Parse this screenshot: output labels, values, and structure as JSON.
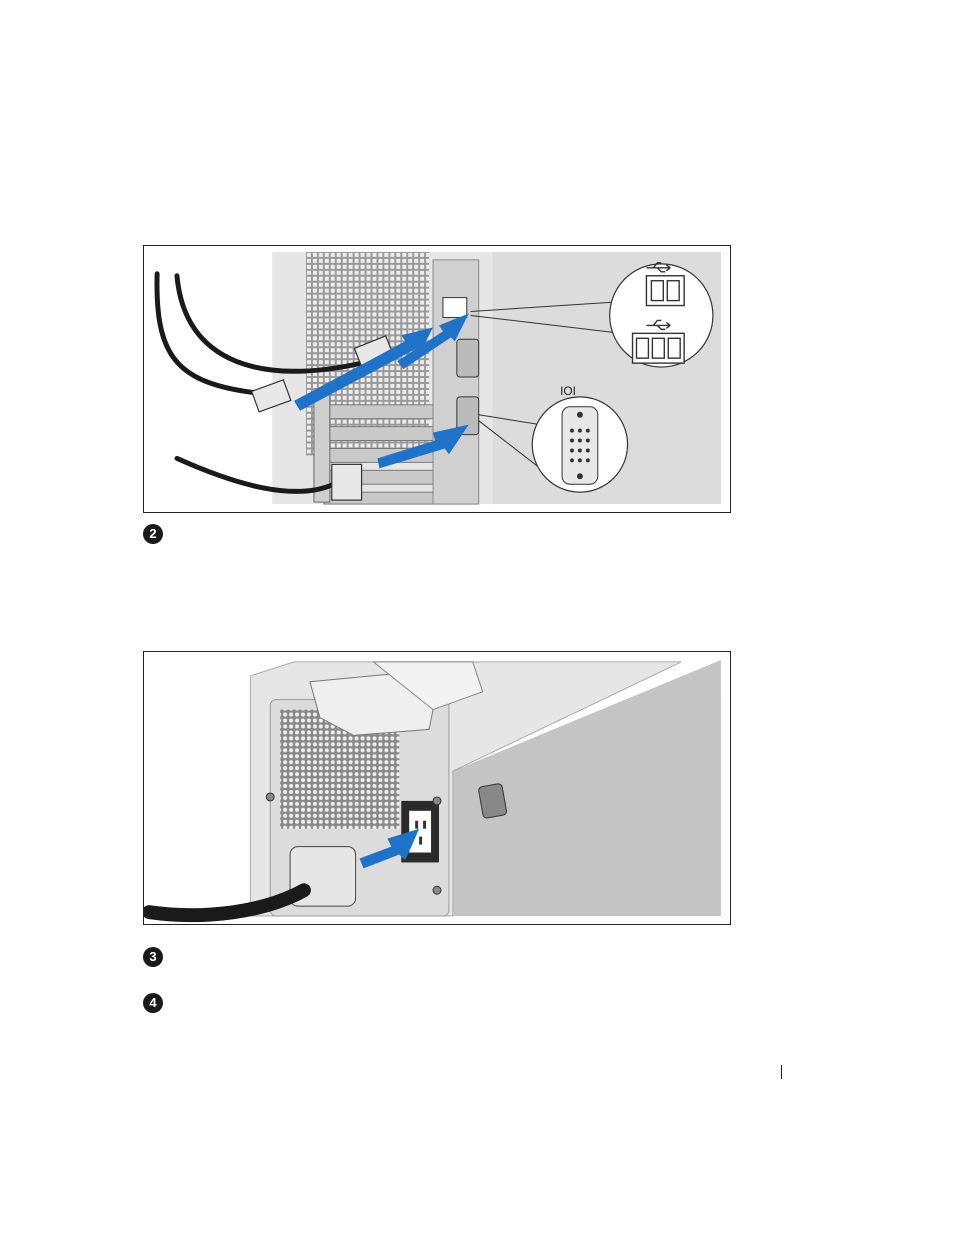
{
  "steps": [
    {
      "number": "2"
    },
    {
      "number": "3"
    },
    {
      "number": "4"
    }
  ],
  "figures": [
    {
      "name": "connect-keyboard-mouse-monitor",
      "icons": [
        "usb-icon",
        "usb-icon",
        "monitor-port-icon"
      ]
    },
    {
      "name": "connect-power-cable",
      "icons": [
        "power-connector-icon"
      ]
    }
  ],
  "colors": {
    "arrow": "#1e73c8",
    "panel": "#e3e3e3",
    "cable": "#1a1a1a"
  }
}
